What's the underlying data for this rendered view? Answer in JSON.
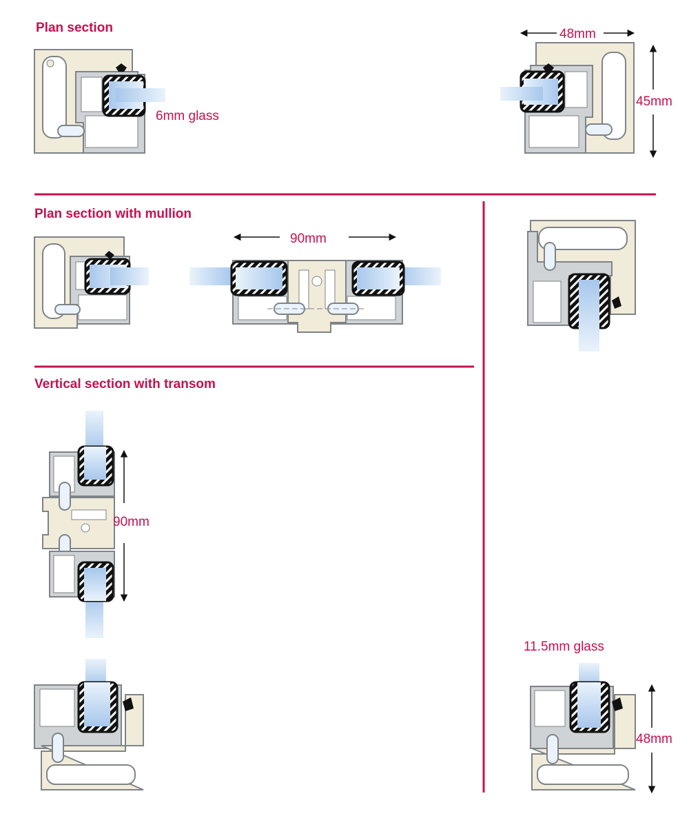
{
  "headings": {
    "plan": "Plan section",
    "mullion": "Plan section with mullion",
    "vertical": "Vertical section with transom"
  },
  "dimensions": {
    "plan_width": "48mm",
    "plan_depth": "45mm",
    "glass_plan": "6mm glass",
    "mullion_width": "90mm",
    "transom_height": "90mm",
    "glass_vertical": "11.5mm glass",
    "vertical_depth": "48mm"
  },
  "colors": {
    "accent": "#c8104f",
    "thermal_break": "#f1ebda",
    "aluminium": "#d0d3d6",
    "aluminium_dark": "#7e8387",
    "gasket": "#111111",
    "glass_light": "#eaf3fb",
    "glass_dark": "#a7c7ec"
  }
}
